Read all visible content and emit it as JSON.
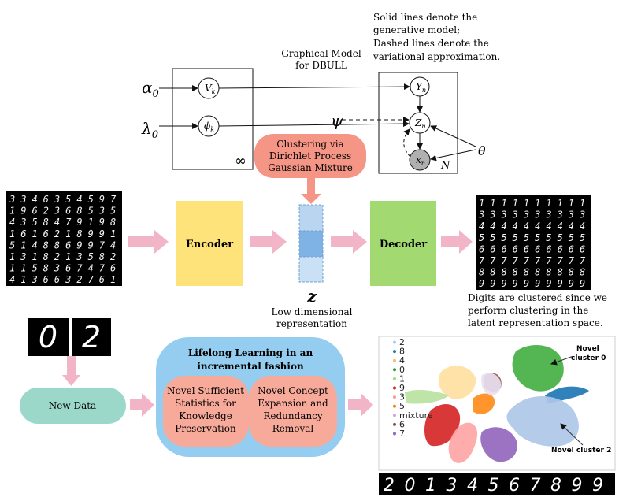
{
  "graphical_model": {
    "title_line1": "Graphical Model",
    "title_line2": "for DBULL",
    "note_line1": "Solid lines denote the",
    "note_line2": "generative model;",
    "note_line3": "Dashed lines denote the",
    "note_line4": "variational approximation.",
    "alpha_symbol": "α",
    "alpha_sub": "0",
    "lambda_symbol": "λ",
    "lambda_sub": "0",
    "v_symbol": "V",
    "v_sub": "k",
    "phi_symbol": "ϕ",
    "phi_sub": "k",
    "y_symbol": "Y",
    "y_sub": "n",
    "z_symbol": "Z",
    "z_sub": "n",
    "x_symbol": "x",
    "x_sub": "n",
    "psi_symbol": "ψ",
    "theta_symbol": "θ",
    "infinity": "∞",
    "plate_n": "N"
  },
  "clustering_box": {
    "line1": "Clustering via",
    "line2": "Dirichlet Process",
    "line3": "Gaussian Mixture"
  },
  "encoder_label": "Encoder",
  "decoder_label": "Decoder",
  "latent": {
    "symbol": "z",
    "line1": "Low dimensional",
    "line2": "representation"
  },
  "decoder_note": {
    "line1": "Digits are clustered since we",
    "line2": "perform clustering in the",
    "line3": "latent representation space."
  },
  "input_digits": [
    "3346354597",
    "1962368535",
    "4358479198",
    "1616218991",
    "5148869974",
    "1318213582",
    "1158367476",
    "4136632761"
  ],
  "output_digits": [
    "1111111111",
    "3333333333",
    "4444444444",
    "5555555555",
    "6666666666",
    "7777777777",
    "8888888888",
    "9999999999"
  ],
  "new_digits": [
    "0",
    "2"
  ],
  "new_data_label": "New Data",
  "lifelong": {
    "line1": "Lifelong Learning in an",
    "line2": "incremental fashion"
  },
  "sufficient_stats": {
    "line1": "Novel Sufficient",
    "line2": "Statistics for",
    "line3": "Knowledge",
    "line4": "Preservation"
  },
  "concept_expansion": {
    "line1": "Novel Concept",
    "line2": "Expansion and",
    "line3": "Redundancy",
    "line4": "Removal"
  },
  "scatter": {
    "legend": [
      "2",
      "8",
      "4",
      "0",
      "1",
      "9",
      "3",
      "5",
      "mixture",
      "6",
      "7"
    ],
    "legend_colors": [
      "#b0c8e8",
      "#1f77b4",
      "#ffbb78",
      "#2ca02c",
      "#98df8a",
      "#d62728",
      "#ff9896",
      "#ff7f0e",
      "#c5b0d5",
      "#8c564b",
      "#9467bd"
    ],
    "annotation_cluster0_line1": "Novel",
    "annotation_cluster0_line2": "cluster 0",
    "annotation_cluster2": "Novel cluster 2",
    "cluster_colors": {
      "c0": "#44b044",
      "c2": "#aec7e8",
      "c8": "#1f77b4",
      "c4": "#ffe0a0",
      "c1": "#b8e2a0",
      "c9": "#d62728",
      "c3": "#ffa5a5",
      "c5": "#ff8c1a",
      "c6": "#8c564b",
      "c7": "#9467bd",
      "mixture": "#e8dff0"
    },
    "bottom_digits": [
      "2",
      "0",
      "1",
      "3",
      "4",
      "5",
      "6",
      "7",
      "8",
      "9",
      "9"
    ]
  },
  "colors": {
    "clustering_fill": "#f49585",
    "encoder_fill": "#fde37a",
    "decoder_fill": "#a2d970",
    "latent_light": "#b9d5f0",
    "latent_mid": "#7fb3e6",
    "arrow_pink": "#f2b5c8",
    "arrow_orange": "#f49585",
    "new_data_fill": "#9cd8c9",
    "lifelong_fill": "#94cdf0",
    "inner_fill": "#f7aa9a",
    "node_gray": "#b0b0b0"
  }
}
